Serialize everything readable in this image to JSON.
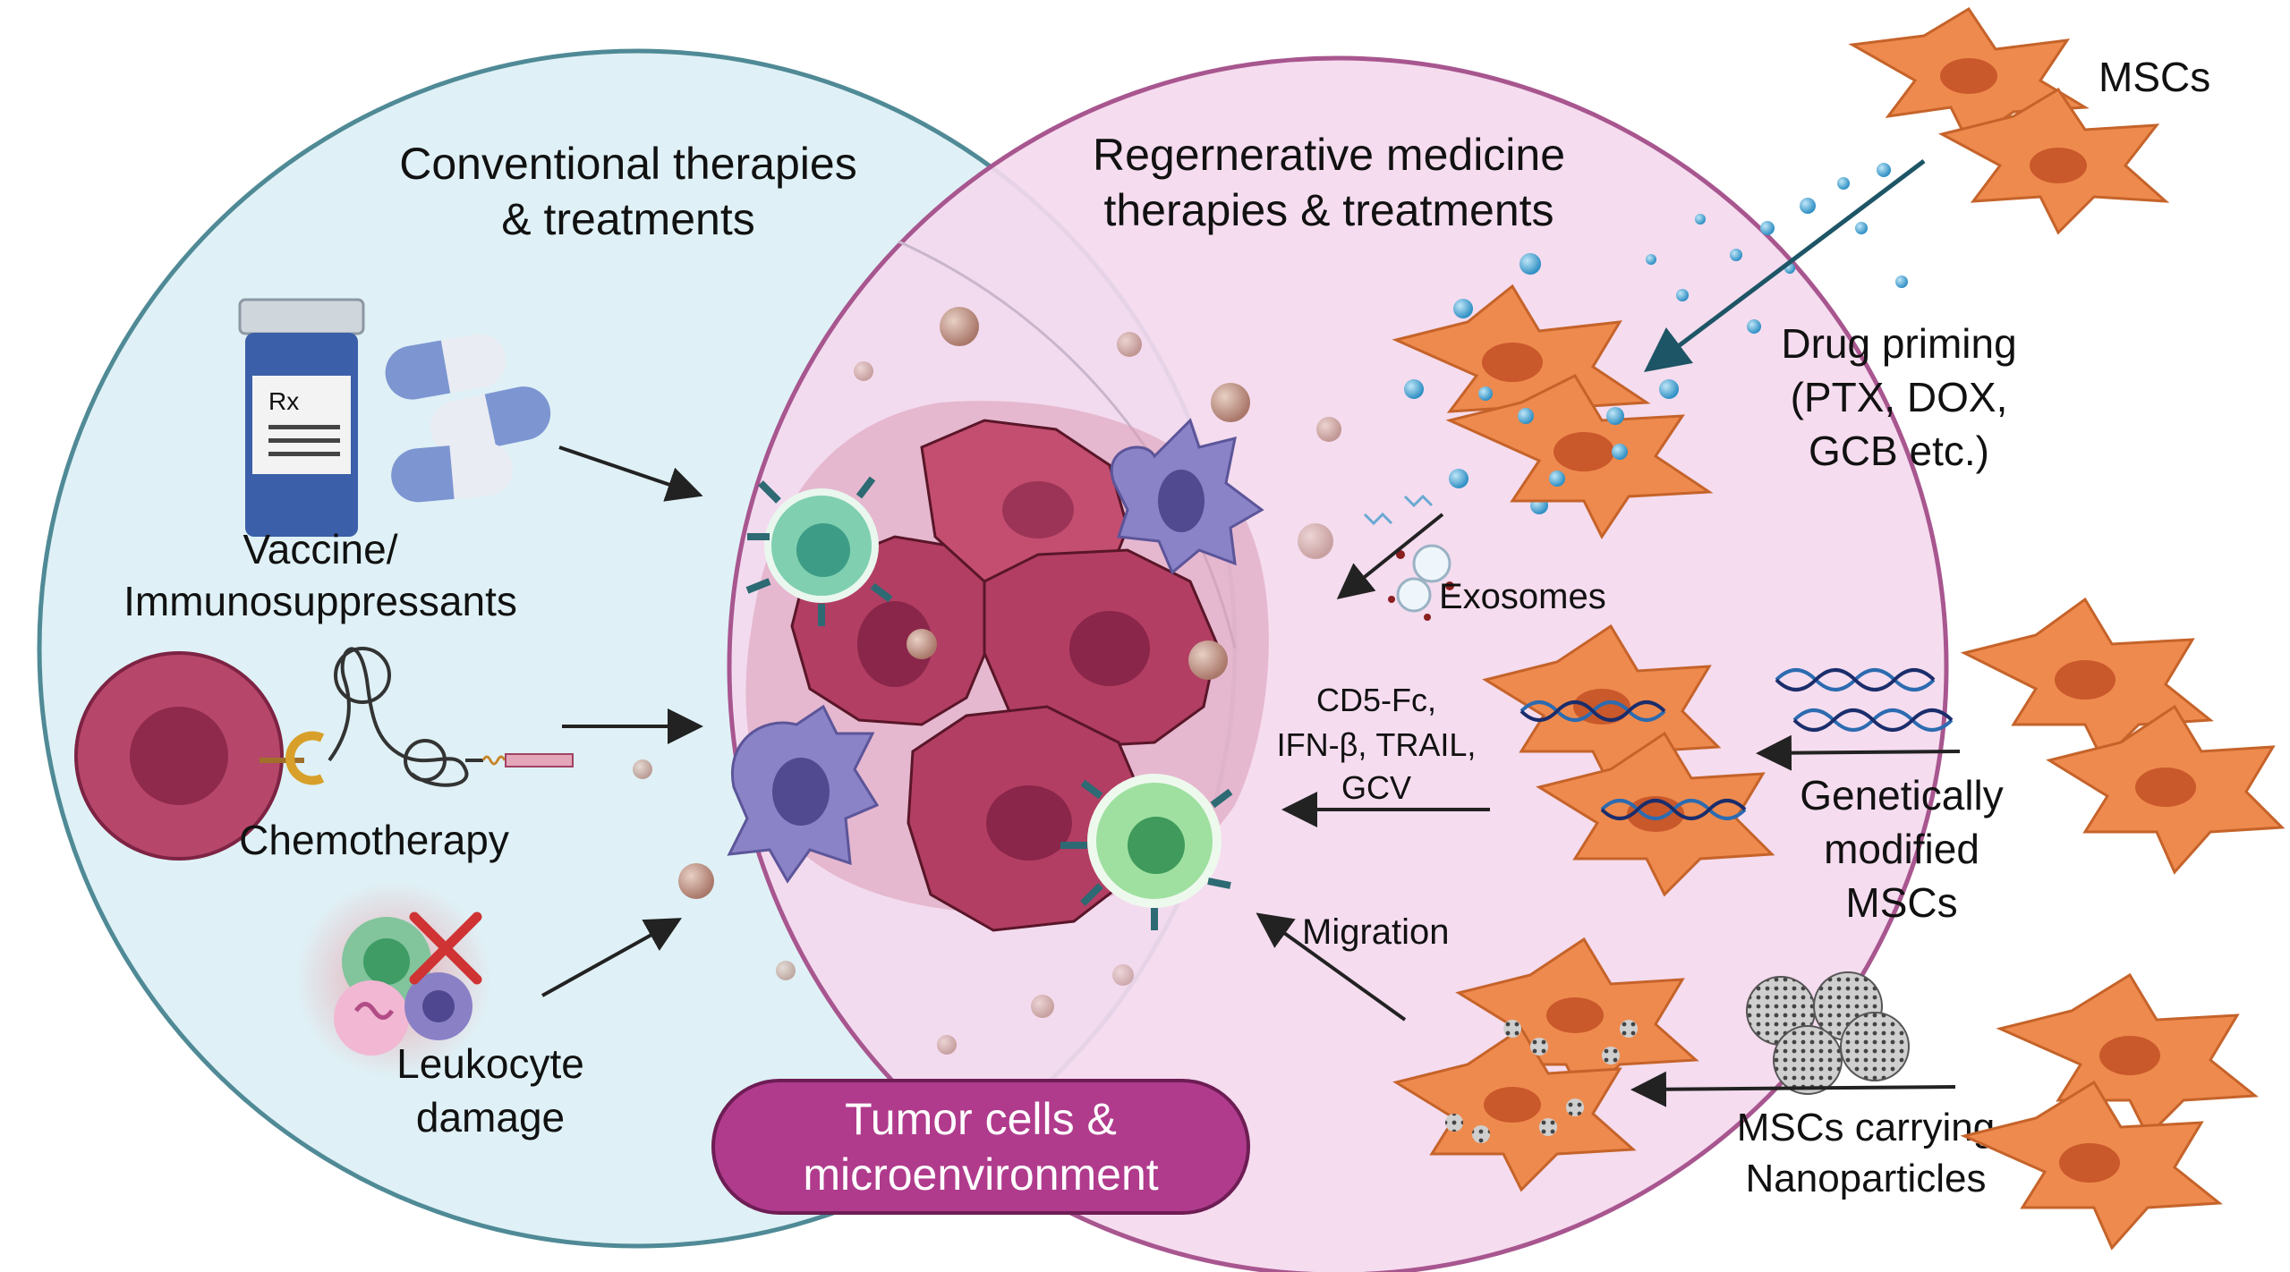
{
  "labels": {
    "conventional_line1": "Conventional therapies",
    "conventional_line2": "& treatments",
    "regenerative_line1": "Regernerative medicine",
    "regenerative_line2": "therapies & treatments",
    "vaccine_line1": "Vaccine/",
    "vaccine_line2": "Immunosuppressants",
    "chemotherapy": "Chemotherapy",
    "leukocyte_line1": "Leukocyte",
    "leukocyte_line2": "damage",
    "tumor_line1": "Tumor cells &",
    "tumor_line2": "microenvironment",
    "mscs": "MSCs",
    "drug_line1": "Drug priming",
    "drug_line2": "(PTX, DOX,",
    "drug_line3": "GCB etc.)",
    "exosomes": "Exosomes",
    "cd5_line1": "CD5-Fc,",
    "cd5_line2": "IFN-β, TRAIL,",
    "cd5_line3": "GCV",
    "genetic_line1": "Genetically",
    "genetic_line2": "modified",
    "genetic_line3": "MSCs",
    "migration": "Migration",
    "nano_line1": "MSCs carrying",
    "nano_line2": "Nanoparticles",
    "rx": "Rx"
  },
  "colors": {
    "left_circle_fill": "#dff1f6",
    "left_circle_stroke": "#4f8a96",
    "right_circle_fill": "#f4d9ee",
    "right_circle_stroke": "#a8568f",
    "tumor_cell": "#b23e63",
    "msc": "#ee8a4e",
    "tumor_box": "#b03b8c",
    "arrow": "#222222"
  }
}
